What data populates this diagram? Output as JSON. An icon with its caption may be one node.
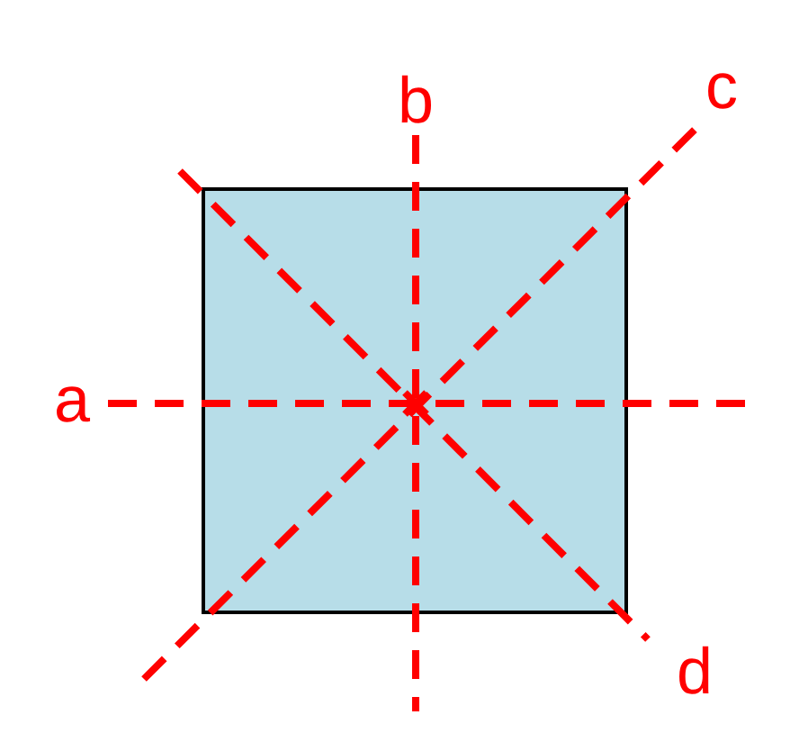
{
  "diagram": {
    "labels": [
      "b",
      "c",
      "a",
      "d"
    ]
  }
}
